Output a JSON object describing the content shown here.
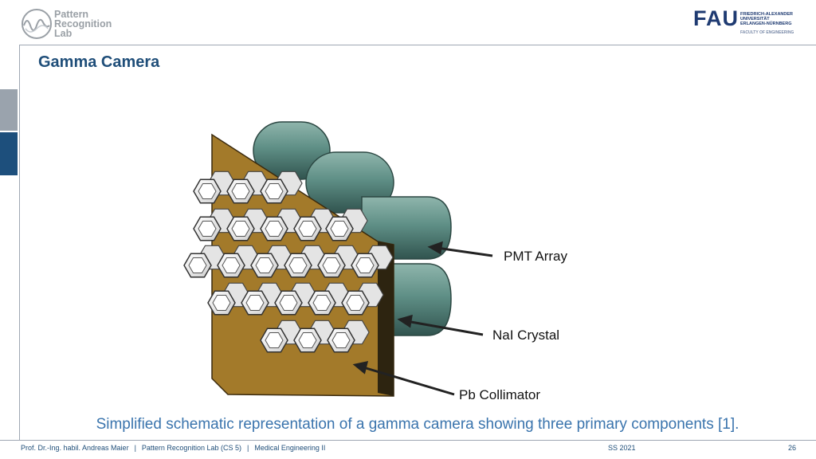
{
  "header": {
    "lab_logo_lines": [
      "Pattern",
      "Recognition",
      "Lab"
    ],
    "fau_logo": {
      "word": "FAU",
      "lines": [
        "FRIEDRICH-ALEXANDER",
        "UNIVERSITÄT",
        "ERLANGEN-NÜRNBERG"
      ],
      "faculty": "FACULTY OF ENGINEERING"
    }
  },
  "slide": {
    "title": "Gamma Camera",
    "figure_labels": {
      "pmt": "PMT Array",
      "crystal": "NaI Crystal",
      "collimator": "Pb Collimator"
    },
    "caption": "Simplified schematic representation of a gamma camera showing three primary components [1]."
  },
  "footer": {
    "author": "Prof. Dr.-Ing. habil. Andreas Maier",
    "lab": "Pattern Recognition Lab (CS 5)",
    "course": "Medical Engineering II",
    "separator": "|",
    "term": "SS 2021",
    "page": "26"
  },
  "colors": {
    "title": "#1f4e79",
    "caption": "#3a74ad",
    "pmt": "#5f8f86",
    "crystal": "#a37a2a",
    "side_tab_active": "#1d4f7c",
    "side_tab_inactive": "#9aa3ad"
  }
}
